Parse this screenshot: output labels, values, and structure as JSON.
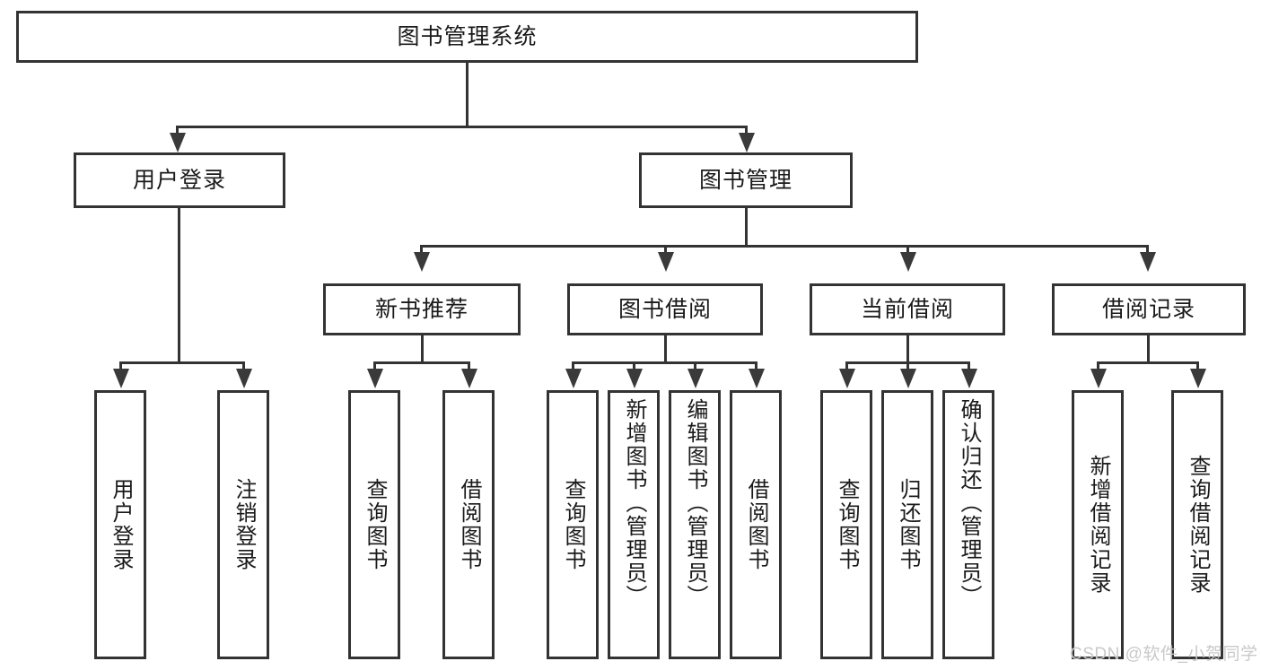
{
  "diagram": {
    "title": "图书管理系统",
    "type": "tree-hierarchy",
    "root": {
      "label": "图书管理系统"
    },
    "level2": [
      {
        "label": "用户登录"
      },
      {
        "label": "图书管理"
      }
    ],
    "level3": [
      {
        "label": "新书推荐"
      },
      {
        "label": "图书借阅"
      },
      {
        "label": "当前借阅"
      },
      {
        "label": "借阅记录"
      }
    ],
    "leaves": {
      "user_login": [
        {
          "label": "用户登录"
        },
        {
          "label": "注销登录"
        }
      ],
      "new_book_recommend": [
        {
          "label": "查询图书"
        },
        {
          "label": "借阅图书"
        }
      ],
      "book_borrow": [
        {
          "label": "查询图书"
        },
        {
          "label": "新增图书（管理员）"
        },
        {
          "label": "编辑图书（管理员）"
        },
        {
          "label": "借阅图书"
        }
      ],
      "current_borrow": [
        {
          "label": "查询图书"
        },
        {
          "label": "归还图书"
        },
        {
          "label": "确认归还（管理员）"
        }
      ],
      "borrow_record": [
        {
          "label": "新增借阅记录"
        },
        {
          "label": "查询借阅记录"
        }
      ]
    }
  },
  "watermark": {
    "text": "CSDN @软件_小贺同学"
  },
  "colors": {
    "stroke": "#333333",
    "background": "#ffffff",
    "text": "#1a1a1a",
    "watermark": "#c9c9c9"
  }
}
